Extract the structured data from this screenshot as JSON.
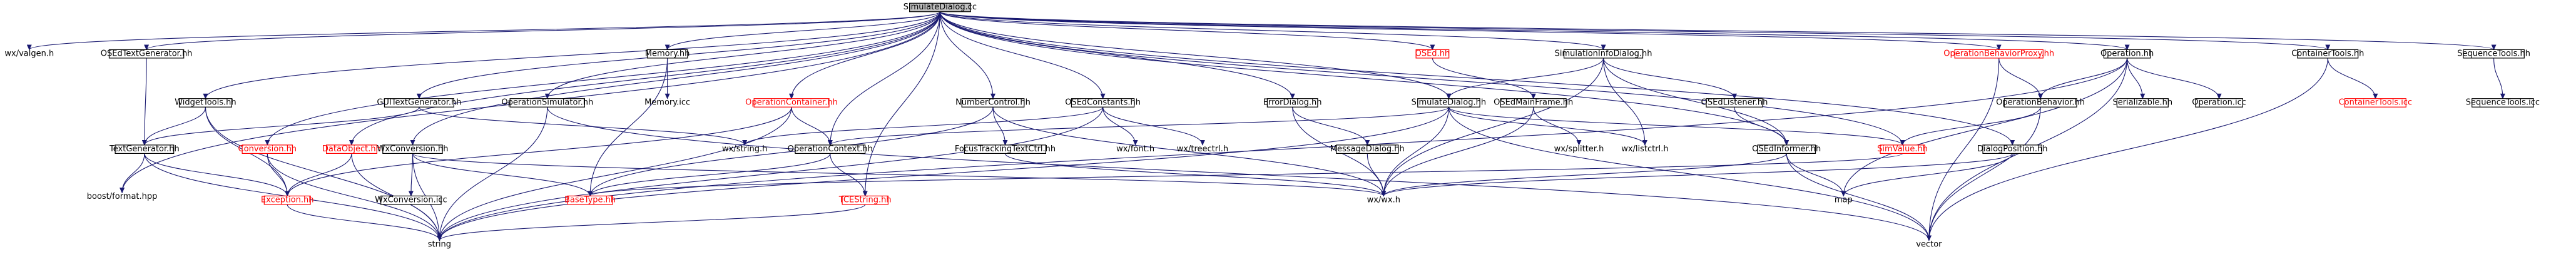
{
  "diagram": {
    "root": "SimulateDialog.cc",
    "nodes": [
      {
        "id": "root",
        "label": "SimulateDialog.cc",
        "boxed": true,
        "root": true
      },
      {
        "id": "valgen",
        "label": "wx/valgen.h",
        "boxed": false
      },
      {
        "id": "osedtextgen",
        "label": "OSEdTextGenerator.hh",
        "boxed": true
      },
      {
        "id": "widgettools",
        "label": "WidgetTools.hh",
        "boxed": true
      },
      {
        "id": "textgen",
        "label": "TextGenerator.hh",
        "boxed": true
      },
      {
        "id": "boostformat",
        "label": "boost/format.hpp",
        "boxed": false
      },
      {
        "id": "conversion",
        "label": "Conversion.hh",
        "boxed": true,
        "red": true
      },
      {
        "id": "exception",
        "label": "Exception.hh",
        "boxed": true,
        "red": true
      },
      {
        "id": "guitextgen",
        "label": "GUITextGenerator.hh",
        "boxed": true
      },
      {
        "id": "dataobject",
        "label": "DataObject.hh",
        "boxed": true,
        "red": true
      },
      {
        "id": "wxconversion",
        "label": "WxConversion.hh",
        "boxed": true
      },
      {
        "id": "wxconvicc",
        "label": "WxConversion.icc",
        "boxed": true
      },
      {
        "id": "string",
        "label": "string",
        "boxed": false
      },
      {
        "id": "opsim",
        "label": "OperationSimulator.hh",
        "boxed": true
      },
      {
        "id": "memory",
        "label": "Memory.hh",
        "boxed": true
      },
      {
        "id": "memoryicc",
        "label": "Memory.icc",
        "boxed": false
      },
      {
        "id": "basetype",
        "label": "BaseType.hh",
        "boxed": true,
        "red": true
      },
      {
        "id": "opcontainer",
        "label": "OperationContainer.hh",
        "boxed": true,
        "red": true
      },
      {
        "id": "wxstring",
        "label": "wx/string.h",
        "boxed": false
      },
      {
        "id": "opcontext",
        "label": "OperationContext.hh",
        "boxed": true
      },
      {
        "id": "tcestring",
        "label": "TCEString.hh",
        "boxed": true,
        "red": true
      },
      {
        "id": "numbercontrol",
        "label": "NumberControl.hh",
        "boxed": true
      },
      {
        "id": "focustracking",
        "label": "FocusTrackingTextCtrl.hh",
        "boxed": true
      },
      {
        "id": "osedconstants",
        "label": "OSEdConstants.hh",
        "boxed": true
      },
      {
        "id": "wxfont",
        "label": "wx/font.h",
        "boxed": false
      },
      {
        "id": "wxtreectrl",
        "label": "wx/treectrl.h",
        "boxed": false
      },
      {
        "id": "wxwx",
        "label": "wx/wx.h",
        "boxed": false
      },
      {
        "id": "errordialog",
        "label": "ErrorDialog.hh",
        "boxed": true
      },
      {
        "id": "messagedialog",
        "label": "MessageDialog.hh",
        "boxed": true
      },
      {
        "id": "simdialoghh",
        "label": "SimulateDialog.hh",
        "boxed": true
      },
      {
        "id": "osed",
        "label": "OSEd.hh",
        "boxed": true,
        "red": true
      },
      {
        "id": "osedmainframe",
        "label": "OSEdMainFrame.hh",
        "boxed": true
      },
      {
        "id": "wxsplitter",
        "label": "wx/splitter.h",
        "boxed": false
      },
      {
        "id": "siminfodialog",
        "label": "SimulationInfoDialog.hh",
        "boxed": true
      },
      {
        "id": "wxlistctrl",
        "label": "wx/listctrl.h",
        "boxed": false
      },
      {
        "id": "osedlistener",
        "label": "OSEdListener.hh",
        "boxed": true
      },
      {
        "id": "osedinformer",
        "label": "OSEdInformer.hh",
        "boxed": true
      },
      {
        "id": "simvalue",
        "label": "SimValue.hh",
        "boxed": true,
        "red": true
      },
      {
        "id": "map",
        "label": "map",
        "boxed": false
      },
      {
        "id": "vector",
        "label": "vector",
        "boxed": false
      },
      {
        "id": "opbehaviorproxy",
        "label": "OperationBehaviorProxy.hh",
        "boxed": true,
        "red": true
      },
      {
        "id": "opbehavior",
        "label": "OperationBehavior.hh",
        "boxed": true
      },
      {
        "id": "operation",
        "label": "Operation.hh",
        "boxed": true
      },
      {
        "id": "serializable",
        "label": "Serializable.hh",
        "boxed": true
      },
      {
        "id": "operationicc",
        "label": "Operation.icc",
        "boxed": true
      },
      {
        "id": "dialogposition",
        "label": "DialogPosition.hh",
        "boxed": true
      },
      {
        "id": "containertools",
        "label": "ContainerTools.hh",
        "boxed": true
      },
      {
        "id": "containertoolsicc",
        "label": "ContainerTools.icc",
        "boxed": true,
        "red": true
      },
      {
        "id": "sequencetools",
        "label": "SequenceTools.hh",
        "boxed": true
      },
      {
        "id": "sequencetoolsicc",
        "label": "SequenceTools.icc",
        "boxed": true
      }
    ],
    "edges": [
      [
        "root",
        "valgen"
      ],
      [
        "root",
        "osedtextgen"
      ],
      [
        "root",
        "widgettools"
      ],
      [
        "root",
        "conversion"
      ],
      [
        "root",
        "dataobject"
      ],
      [
        "root",
        "guitextgen"
      ],
      [
        "root",
        "wxconversion"
      ],
      [
        "root",
        "opsim"
      ],
      [
        "root",
        "memory"
      ],
      [
        "root",
        "opcontainer"
      ],
      [
        "root",
        "tcestring"
      ],
      [
        "root",
        "numbercontrol"
      ],
      [
        "root",
        "opcontext"
      ],
      [
        "root",
        "osedconstants"
      ],
      [
        "root",
        "errordialog"
      ],
      [
        "root",
        "simdialoghh"
      ],
      [
        "root",
        "osed"
      ],
      [
        "root",
        "siminfodialog"
      ],
      [
        "root",
        "osedinformer"
      ],
      [
        "root",
        "simvalue"
      ],
      [
        "root",
        "opbehaviorproxy"
      ],
      [
        "root",
        "operation"
      ],
      [
        "root",
        "containertools"
      ],
      [
        "root",
        "sequencetools"
      ],
      [
        "root",
        "boostformat"
      ],
      [
        "root",
        "dialogposition"
      ],
      [
        "osedtextgen",
        "textgen"
      ],
      [
        "widgettools",
        "textgen"
      ],
      [
        "widgettools",
        "exception"
      ],
      [
        "widgettools",
        "string"
      ],
      [
        "textgen",
        "boostformat"
      ],
      [
        "textgen",
        "string"
      ],
      [
        "textgen",
        "exception"
      ],
      [
        "conversion",
        "exception"
      ],
      [
        "conversion",
        "string"
      ],
      [
        "exception",
        "string"
      ],
      [
        "guitextgen",
        "textgen"
      ],
      [
        "guitextgen",
        "wxstring"
      ],
      [
        "dataobject",
        "exception"
      ],
      [
        "dataobject",
        "string"
      ],
      [
        "wxconversion",
        "wxconvicc"
      ],
      [
        "wxconversion",
        "string"
      ],
      [
        "wxconversion",
        "wxwx"
      ],
      [
        "wxconversion",
        "basetype"
      ],
      [
        "opsim",
        "string"
      ],
      [
        "opsim",
        "vector"
      ],
      [
        "memory",
        "memoryicc"
      ],
      [
        "memory",
        "basetype"
      ],
      [
        "opcontainer",
        "opcontext"
      ],
      [
        "opcontainer",
        "exception"
      ],
      [
        "opcontainer",
        "string"
      ],
      [
        "opcontext",
        "tcestring"
      ],
      [
        "opcontext",
        "basetype"
      ],
      [
        "tcestring",
        "string"
      ],
      [
        "numbercontrol",
        "focustracking"
      ],
      [
        "numbercontrol",
        "wxwx"
      ],
      [
        "numbercontrol",
        "basetype"
      ],
      [
        "focustracking",
        "wxwx"
      ],
      [
        "osedconstants",
        "wxfont"
      ],
      [
        "osedconstants",
        "wxtreectrl"
      ],
      [
        "osedconstants",
        "wxstring"
      ],
      [
        "osedconstants",
        "string"
      ],
      [
        "errordialog",
        "messagedialog"
      ],
      [
        "errordialog",
        "wxwx"
      ],
      [
        "messagedialog",
        "wxwx"
      ],
      [
        "simdialoghh",
        "wxwx"
      ],
      [
        "simdialoghh",
        "vector"
      ],
      [
        "simdialoghh",
        "string"
      ],
      [
        "simdialoghh",
        "wxlistctrl"
      ],
      [
        "simdialoghh",
        "simvalue"
      ],
      [
        "simdialoghh",
        "opcontext"
      ],
      [
        "osed",
        "osedmainframe"
      ],
      [
        "osedmainframe",
        "wxsplitter"
      ],
      [
        "osedmainframe",
        "wxwx"
      ],
      [
        "siminfodialog",
        "simdialoghh"
      ],
      [
        "siminfodialog",
        "wxlistctrl"
      ],
      [
        "siminfodialog",
        "osedlistener"
      ],
      [
        "siminfodialog",
        "osedinformer"
      ],
      [
        "siminfodialog",
        "wxwx"
      ],
      [
        "osedlistener",
        "osedinformer"
      ],
      [
        "osedinformer",
        "map"
      ],
      [
        "osedinformer",
        "vector"
      ],
      [
        "osedinformer",
        "wxwx"
      ],
      [
        "simvalue",
        "basetype"
      ],
      [
        "opbehaviorproxy",
        "opbehavior"
      ],
      [
        "opbehaviorproxy",
        "vector"
      ],
      [
        "opbehavior",
        "simvalue"
      ],
      [
        "opbehavior",
        "vector"
      ],
      [
        "operation",
        "opbehavior"
      ],
      [
        "operation",
        "serializable"
      ],
      [
        "operation",
        "operationicc"
      ],
      [
        "operation",
        "map"
      ],
      [
        "operation",
        "vector"
      ],
      [
        "operation",
        "string"
      ],
      [
        "dialogposition",
        "map"
      ],
      [
        "dialogposition",
        "wxwx"
      ],
      [
        "containertools",
        "containertoolsicc"
      ],
      [
        "containertools",
        "vector"
      ],
      [
        "sequencetools",
        "sequencetoolsicc"
      ]
    ]
  }
}
